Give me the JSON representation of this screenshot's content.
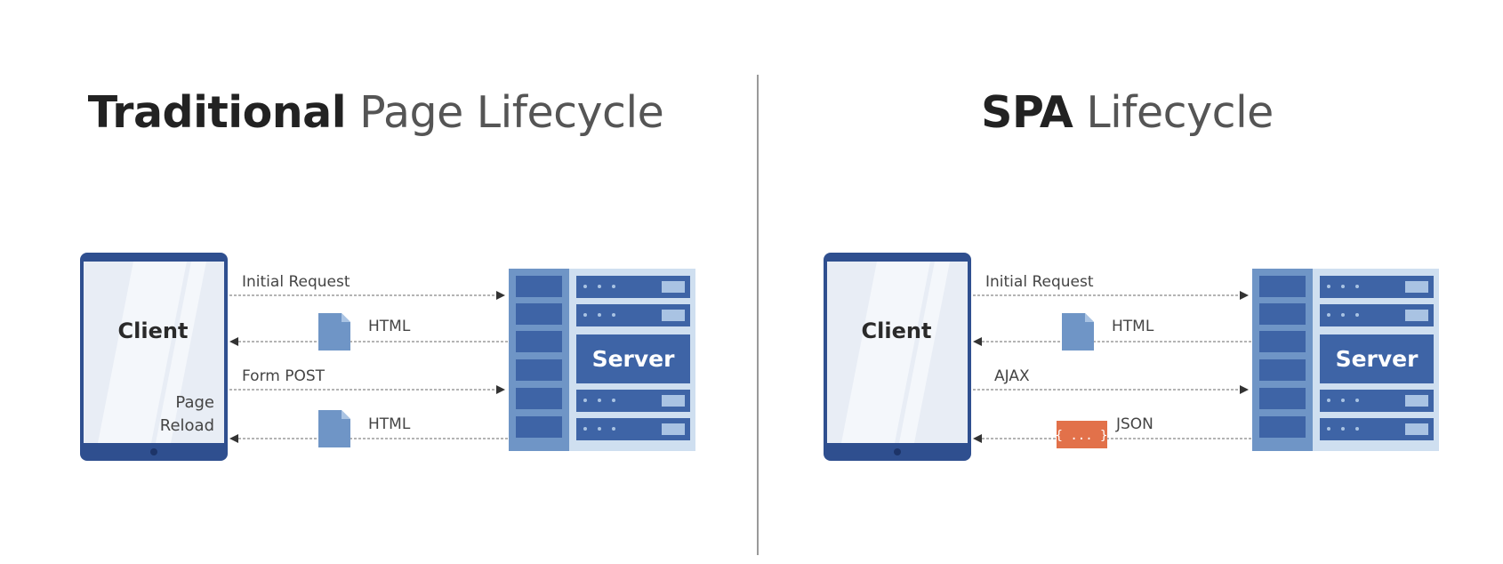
{
  "traditional": {
    "title_bold": "Traditional",
    "title_rest": "Page Lifecycle",
    "client_label": "Client",
    "server_label": "Server",
    "client_note": [
      "Page",
      "Reload"
    ],
    "messages": {
      "initial_request": "Initial Request",
      "html_1": "HTML",
      "form_post": "Form POST",
      "html_2": "HTML"
    }
  },
  "spa": {
    "title_bold": "SPA",
    "title_rest": "Lifecycle",
    "client_label": "Client",
    "server_label": "Server",
    "messages": {
      "initial_request": "Initial Request",
      "html_1": "HTML",
      "ajax": "AJAX",
      "json": "JSON"
    },
    "json_badge": "{ ... }"
  },
  "colors": {
    "server_blue": "#3e64a6",
    "server_light": "#a9c3e3",
    "doc_blue": "#6f95c6",
    "json_orange": "#e2714a",
    "client_frame": "#2f4f8f",
    "client_screen": "#e6ebf3"
  }
}
